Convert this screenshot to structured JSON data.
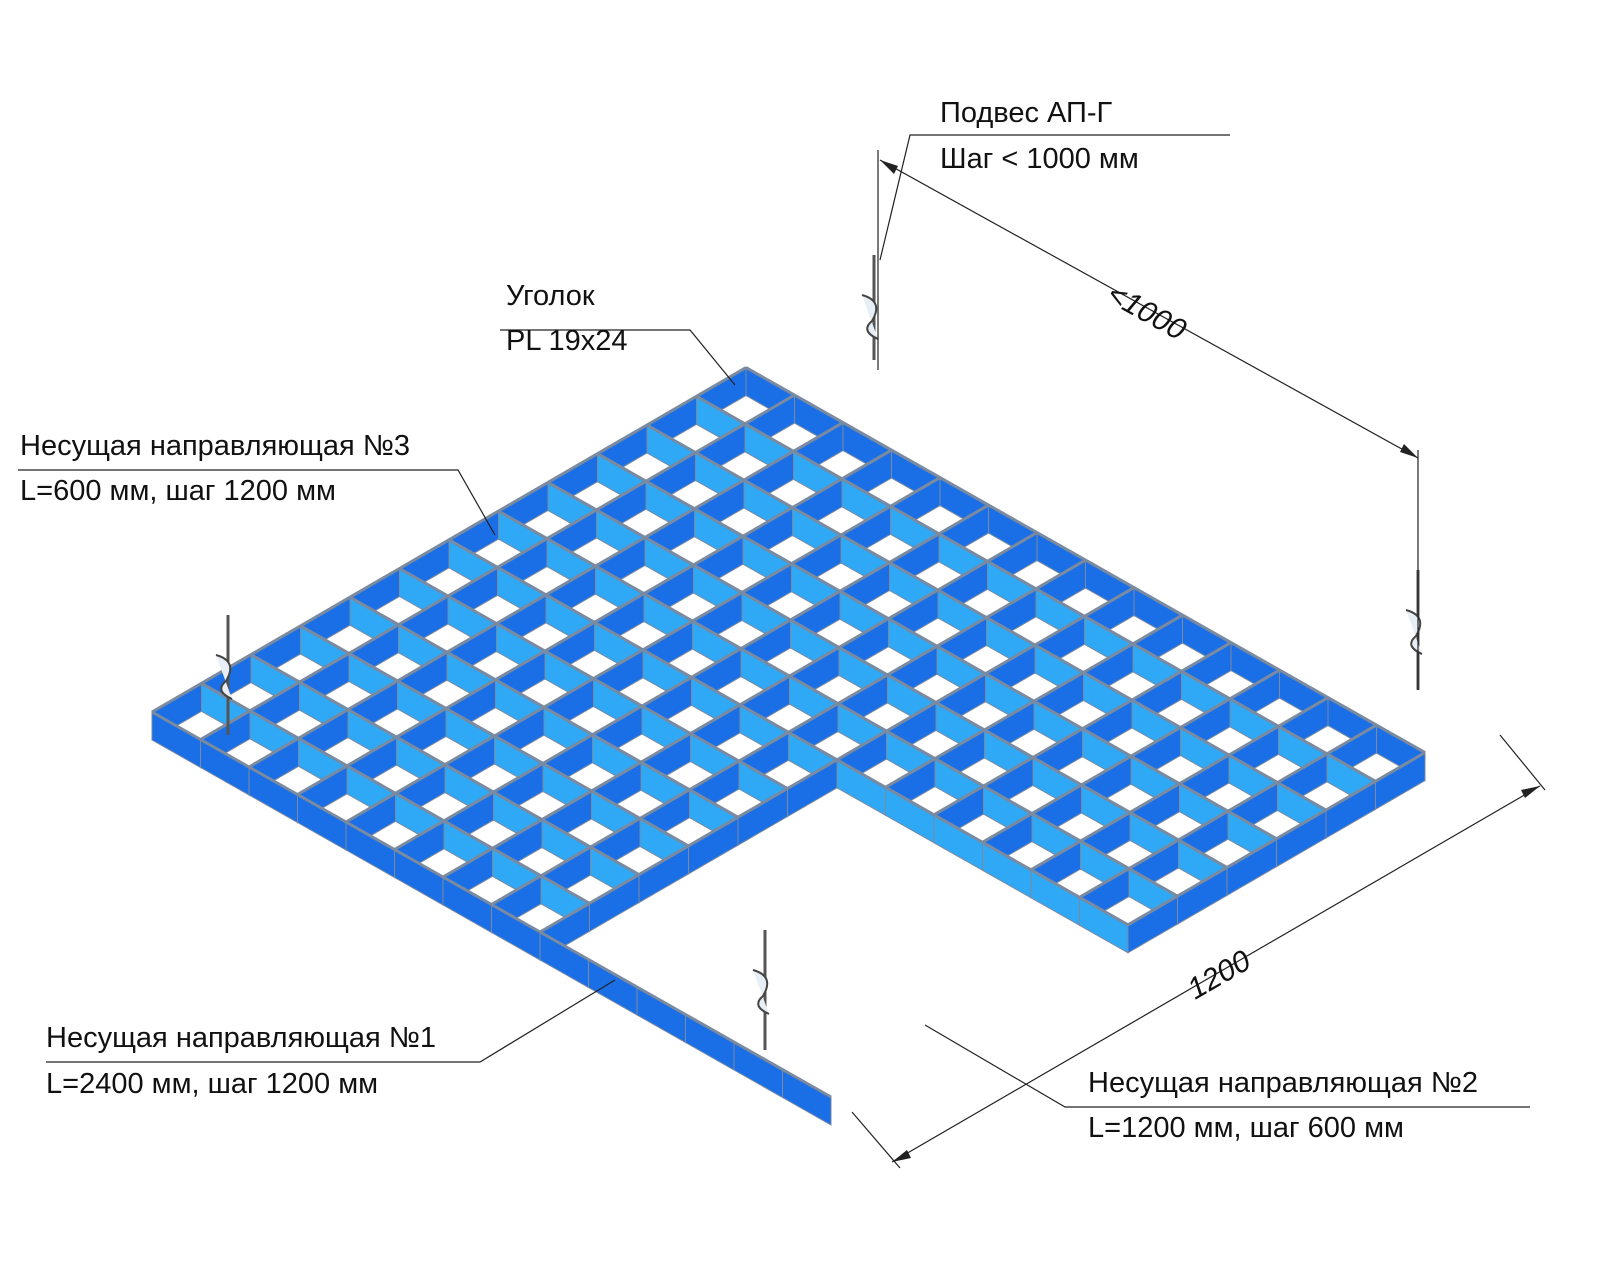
{
  "labels": {
    "suspension": {
      "line1": "Подвес АП-Г",
      "line2": "Шаг < 1000 мм"
    },
    "angle": {
      "line1": "Уголок",
      "line2": "PL 19x24"
    },
    "rail3": {
      "line1": "Несущая направляющая №3",
      "line2": "L=600 мм, шаг 1200 мм"
    },
    "rail1": {
      "line1": "Несущая направляющая №1",
      "line2": "L=2400 мм, шаг 1200 мм"
    },
    "rail2": {
      "line1": "Несущая направляющая №2",
      "line2": "L=1200 мм, шаг 600 мм"
    }
  },
  "dimensions": {
    "top": "<1000",
    "bottom": "1200"
  },
  "grid": {
    "cells_a": 14,
    "cells_b": 12,
    "cut_a": 6,
    "cut_b": 6
  },
  "colors": {
    "panel_dark": "#1a6fe6",
    "panel_light": "#2fa8f5",
    "edge": "#7a8aa0",
    "line": "#222222"
  },
  "icons": {
    "hanger": "hanger-icon"
  }
}
